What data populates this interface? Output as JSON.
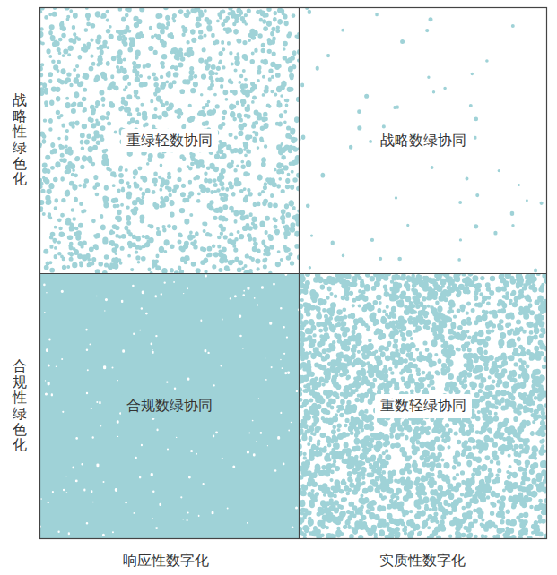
{
  "diagram": {
    "nodes": [
      {
        "text": [
          "重绿轻数协同"
        ]
      },
      {
        "text": [
          "战略数绿协同"
        ]
      },
      {
        "text": [
          "合规数绿协同"
        ]
      },
      {
        "text": [
          "重数轻绿协同"
        ]
      }
    ],
    "labels": [
      "战略性绿色化",
      "合规性绿色化",
      "响应性数字化",
      "实质性数字化"
    ]
  }
}
